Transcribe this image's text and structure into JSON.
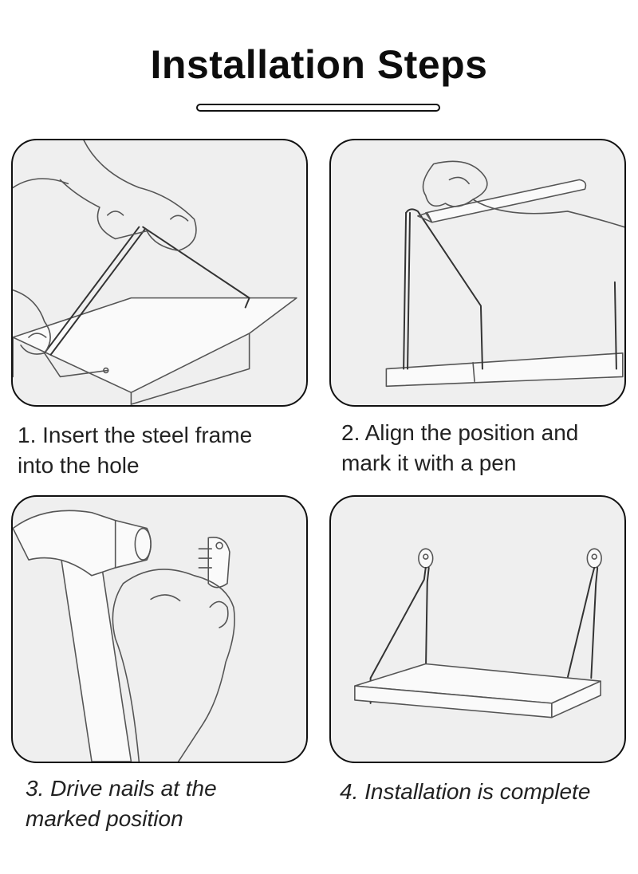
{
  "title": "Installation Steps",
  "steps": [
    {
      "line1": "1. Insert the steel frame",
      "line2": "into the hole",
      "illustration": "hand-inserting-frame"
    },
    {
      "line1": "2. Align the position and",
      "line2": "mark it with a pen",
      "illustration": "pen-marking-wall"
    },
    {
      "line1": "3. Drive nails at the",
      "line2": "marked position",
      "illustration": "hammer-driving-nail"
    },
    {
      "line1": "4. Installation is complete",
      "line2": "",
      "illustration": "installed-shelf"
    }
  ],
  "colors": {
    "panel_bg": "#efefef",
    "border": "#111111",
    "line_art": "#555555"
  }
}
